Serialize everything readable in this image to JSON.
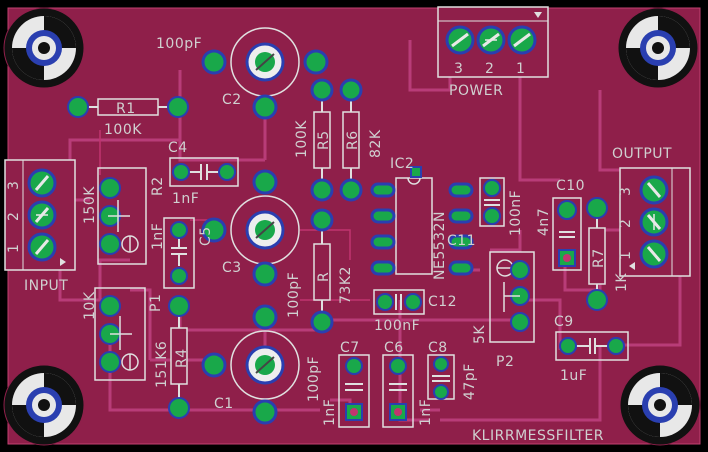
{
  "board": {
    "name": "KLIRRMESSFILTER",
    "colors": {
      "background": "#000000",
      "copper_top": "#8f1f4a",
      "copper_trace": "#b0306a",
      "pad": "#19a84a",
      "via_ring": "#2a3fb0",
      "silk": "#d8d8d8"
    }
  },
  "connectors": {
    "power": {
      "label": "POWER",
      "pins": [
        "3",
        "2",
        "1"
      ]
    },
    "input": {
      "label": "INPUT",
      "pins": [
        "3",
        "2",
        "1"
      ]
    },
    "output": {
      "label": "OUTPUT",
      "pins": [
        "3",
        "2",
        "1"
      ]
    }
  },
  "components": {
    "R1": {
      "ref": "R1",
      "value": "100K"
    },
    "R2": {
      "ref": "R2",
      "value": "150K"
    },
    "R4": {
      "ref": "R4",
      "value": "151K6"
    },
    "R5": {
      "ref": "R5",
      "value": "100K"
    },
    "R6": {
      "ref": "R6",
      "value": "82K"
    },
    "R7": {
      "ref": "R7",
      "value": "1K"
    },
    "R8": {
      "ref": "R",
      "value": "73K2"
    },
    "C1": {
      "ref": "C1",
      "value": "100pF"
    },
    "C2": {
      "ref": "C2",
      "value": "100pF"
    },
    "C3": {
      "ref": "C3",
      "value": "100pF"
    },
    "C4": {
      "ref": "C4",
      "value": "1nF"
    },
    "C5": {
      "ref": "C5",
      "value": "1nF"
    },
    "C6": {
      "ref": "C6",
      "value": "1nF"
    },
    "C7": {
      "ref": "C7",
      "value": "1nF"
    },
    "C8": {
      "ref": "C8",
      "value": "47pF"
    },
    "C9": {
      "ref": "C9",
      "value": "1uF"
    },
    "C10": {
      "ref": "C10",
      "value": "4n7"
    },
    "C11": {
      "ref": "C11",
      "value": "100nF"
    },
    "C12": {
      "ref": "C12",
      "value": "100nF"
    },
    "IC2": {
      "ref": "IC2",
      "value": "NE5532N"
    },
    "P1": {
      "ref": "P1",
      "value": "10K"
    },
    "P2": {
      "ref": "P2",
      "value": "5K"
    }
  }
}
